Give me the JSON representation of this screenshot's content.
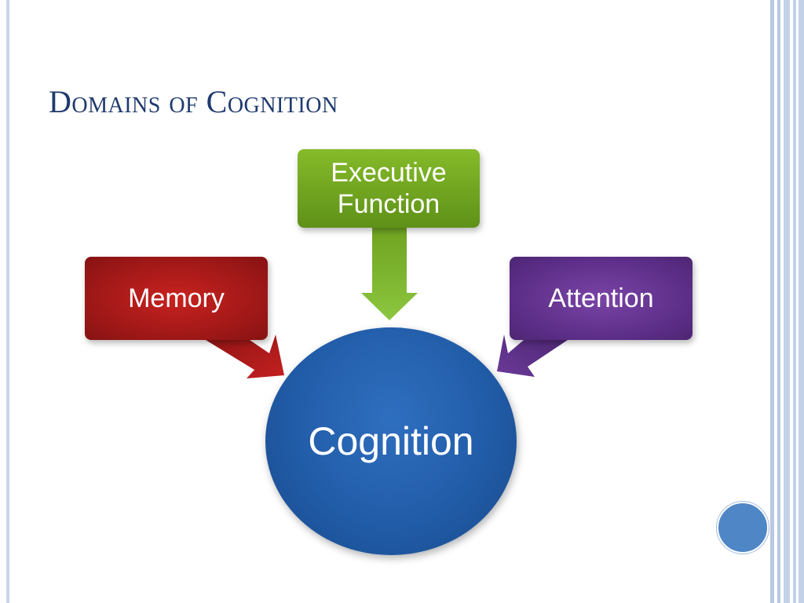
{
  "slide": {
    "title": "Domains of Cognition"
  },
  "diagram": {
    "center": {
      "label": "Cognition",
      "color": "#215ca8"
    },
    "nodes": [
      {
        "id": "executive",
        "label_line1": "Executive",
        "label_line2": "Function",
        "color": "#6fa320"
      },
      {
        "id": "memory",
        "label": "Memory",
        "color": "#a81b1b"
      },
      {
        "id": "attention",
        "label": "Attention",
        "color": "#62318f"
      }
    ]
  },
  "theme": {
    "title_color": "#1f3a6e",
    "stripe_color": "#b9c9e2",
    "accent_dot_color": "#4f86c6"
  }
}
